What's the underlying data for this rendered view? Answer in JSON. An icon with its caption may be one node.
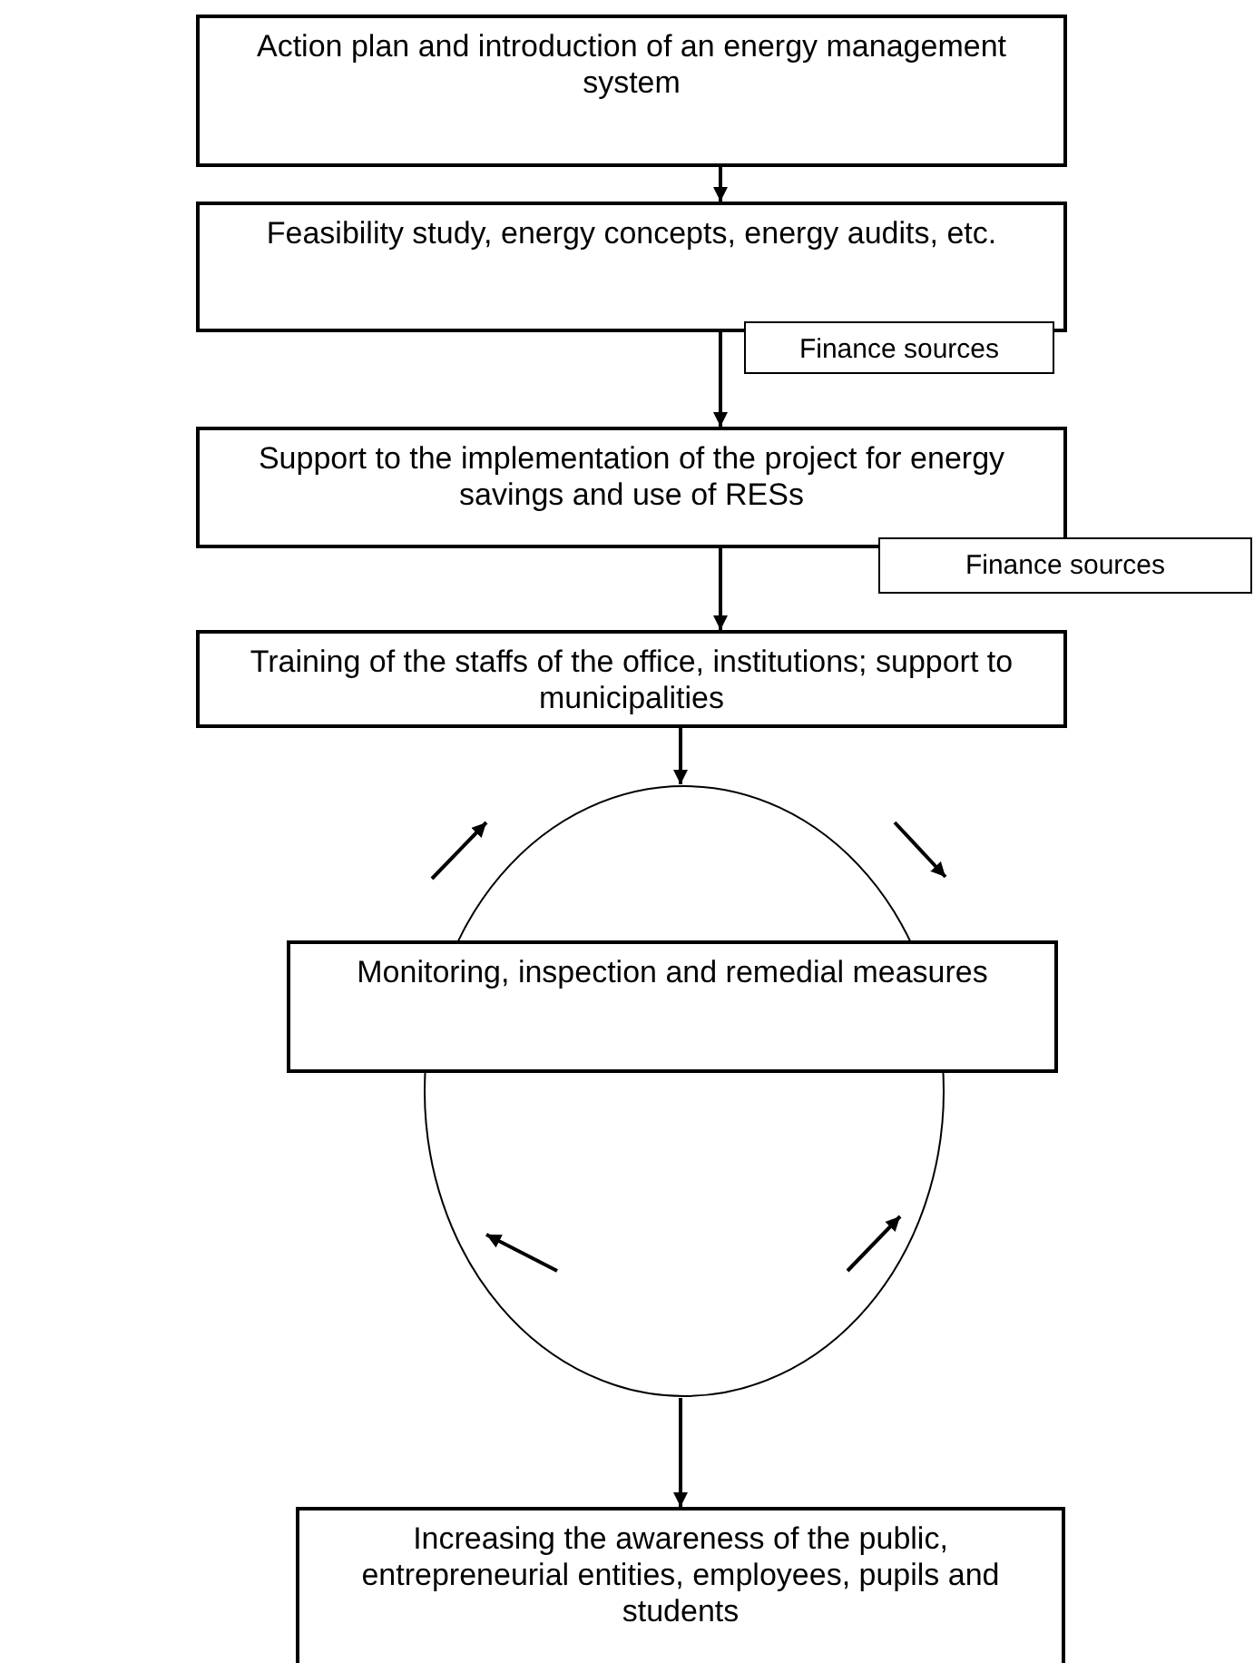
{
  "diagram": {
    "nodes": [
      {
        "text": [
          "Action plan and introduction of an energy management system"
        ]
      },
      {
        "text": [
          "Feasibility study, energy concepts, energy audits, etc."
        ]
      },
      {
        "text": [
          "Finance sources"
        ]
      },
      {
        "text": [
          "Support to the implementation of the project for energy savings and use of RESs"
        ]
      },
      {
        "text": [
          "Finance sources"
        ]
      },
      {
        "text": [
          "Training of the staffs of the office, institutions; support to municipalities"
        ]
      },
      {
        "text": [],
        "shape": "circle"
      },
      {
        "text": [
          "Monitoring, inspection and remedial measures"
        ]
      },
      {
        "text": [
          "Increasing the awareness of the public, entrepreneurial entities, employees, pupils and students"
        ]
      }
    ],
    "edges": [
      {
        "from": 0,
        "to": 1,
        "arrow": "to"
      },
      {
        "from": 1,
        "to": 3,
        "arrow": "to"
      },
      {
        "from": 3,
        "to": 5,
        "arrow": "to"
      },
      {
        "from": 5,
        "to": 6,
        "arrow": "to"
      },
      {
        "from": 6,
        "to": 8,
        "arrow": "to"
      }
    ]
  }
}
